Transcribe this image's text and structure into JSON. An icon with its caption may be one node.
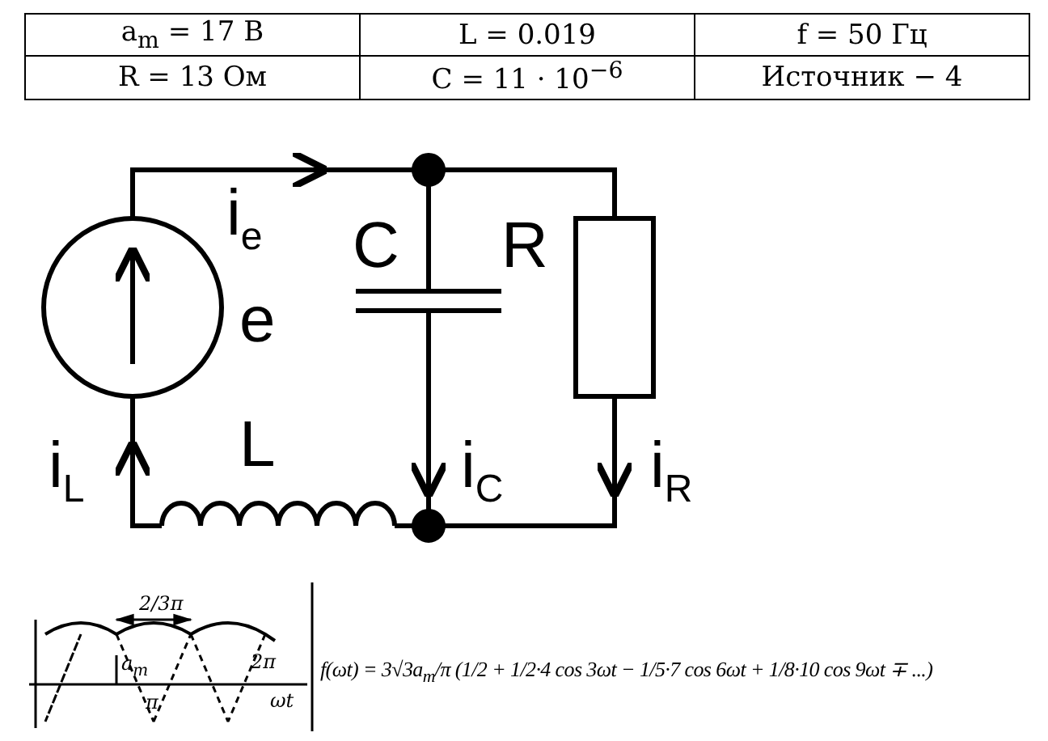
{
  "diagram": {
    "labels": [
      "a$_{m}$ = 17 В",
      "L = 0.019",
      "f = 50 Гц",
      "R = 13 Ом",
      "C = 11 · 10$^{−6}$",
      "Источник − 4",
      "i$_{e}$",
      "e",
      "C",
      "R",
      "i$_{L}$",
      "L",
      "i$_{C}$",
      "i$_{R}$",
      "2/3π",
      "a$_{m}$",
      "2π",
      "π",
      "ωt",
      "f(ωt) = 3√3a$_{m}$/π (1/2 + 1/2·4 cos 3ωt − 1/5·7 cos 6ωt + 1/8·10 cos 9ωt ∓ ...)"
    ]
  }
}
